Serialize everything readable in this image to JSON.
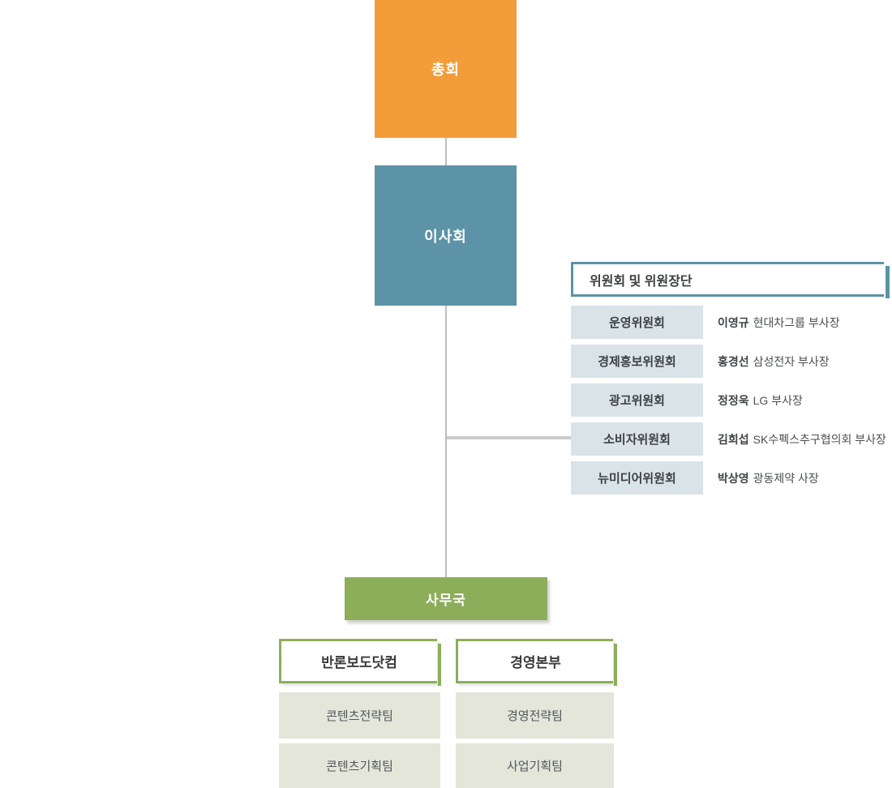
{
  "org": {
    "general_assembly": "총회",
    "board": "이사회",
    "secretariat": "사무국"
  },
  "committee_panel": {
    "title": "위원회 및 위원장단",
    "items": [
      {
        "name": "운영위원회",
        "chair_name": "이영규",
        "chair_title": "현대차그룹 부사장"
      },
      {
        "name": "경제홍보위원회",
        "chair_name": "홍경선",
        "chair_title": "삼성전자 부사장"
      },
      {
        "name": "광고위원회",
        "chair_name": "정정욱",
        "chair_title": "LG 부사장"
      },
      {
        "name": "소비자위원회",
        "chair_name": "김희섭",
        "chair_title": "SK수펙스추구협의회 부사장"
      },
      {
        "name": "뉴미디어위원회",
        "chair_name": "박상영",
        "chair_title": "광동제약 사장"
      }
    ]
  },
  "departments": [
    {
      "name": "반론보도닷컴",
      "teams": [
        "콘텐츠전략팀",
        "콘텐츠기획팀"
      ]
    },
    {
      "name": "경영본부",
      "teams": [
        "경영전략팀",
        "사업기획팀"
      ]
    }
  ],
  "colors": {
    "orange": "#F39C3A",
    "teal": "#5C93A7",
    "green": "#8CAE5B",
    "committee_item_bg": "#D9E3E8",
    "team_bg": "#E3E6D9",
    "connector": "#CACACA"
  }
}
